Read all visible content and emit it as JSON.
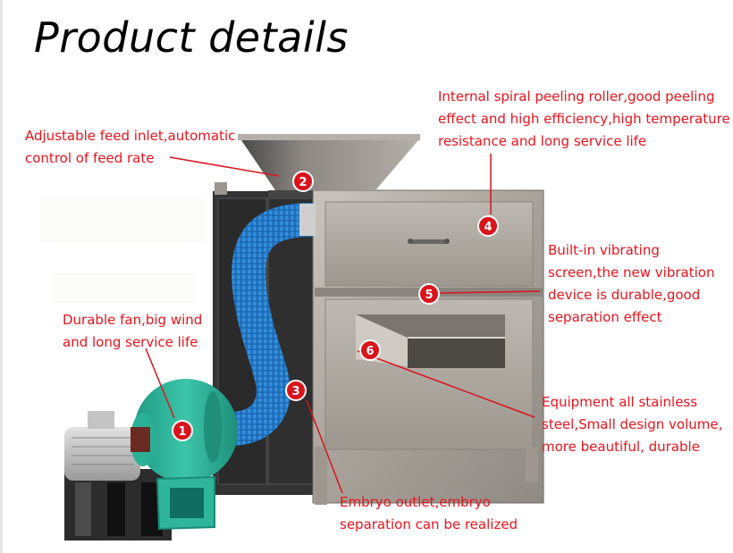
{
  "title": "Product details",
  "colors": {
    "caption_red": "#e8141c",
    "badge_red": "#d9141c",
    "stainless": "#a9a39b",
    "fan_green": "#2fb59c",
    "hose_blue": "#2c86d8",
    "frame_dark": "#3a3a3a"
  },
  "callouts": [
    {
      "number": "1",
      "lines": [
        "Durable fan,big wind",
        "and long service life"
      ],
      "part": "fan"
    },
    {
      "number": "2",
      "lines": [
        "Adjustable feed inlet,automatic",
        "control of feed rate"
      ],
      "part": "feed-inlet"
    },
    {
      "number": "3",
      "lines": [
        "Embryo outlet,embryo",
        "separation can be realized"
      ],
      "part": "embryo-outlet"
    },
    {
      "number": "4",
      "lines": [
        "Internal spiral peeling roller,good peeling",
        "effect and high efficiency,high temperature",
        "resistance and long service life"
      ],
      "part": "peeling-roller"
    },
    {
      "number": "5",
      "lines": [
        "Built-in vibrating",
        "screen,the new vibration",
        "device is durable,good",
        "separation effect"
      ],
      "part": "vibrating-screen"
    },
    {
      "number": "6",
      "lines": [
        "Equipment all stainless",
        "steel,Small design volume,",
        "more beautiful, durable"
      ],
      "part": "stainless-body"
    }
  ]
}
